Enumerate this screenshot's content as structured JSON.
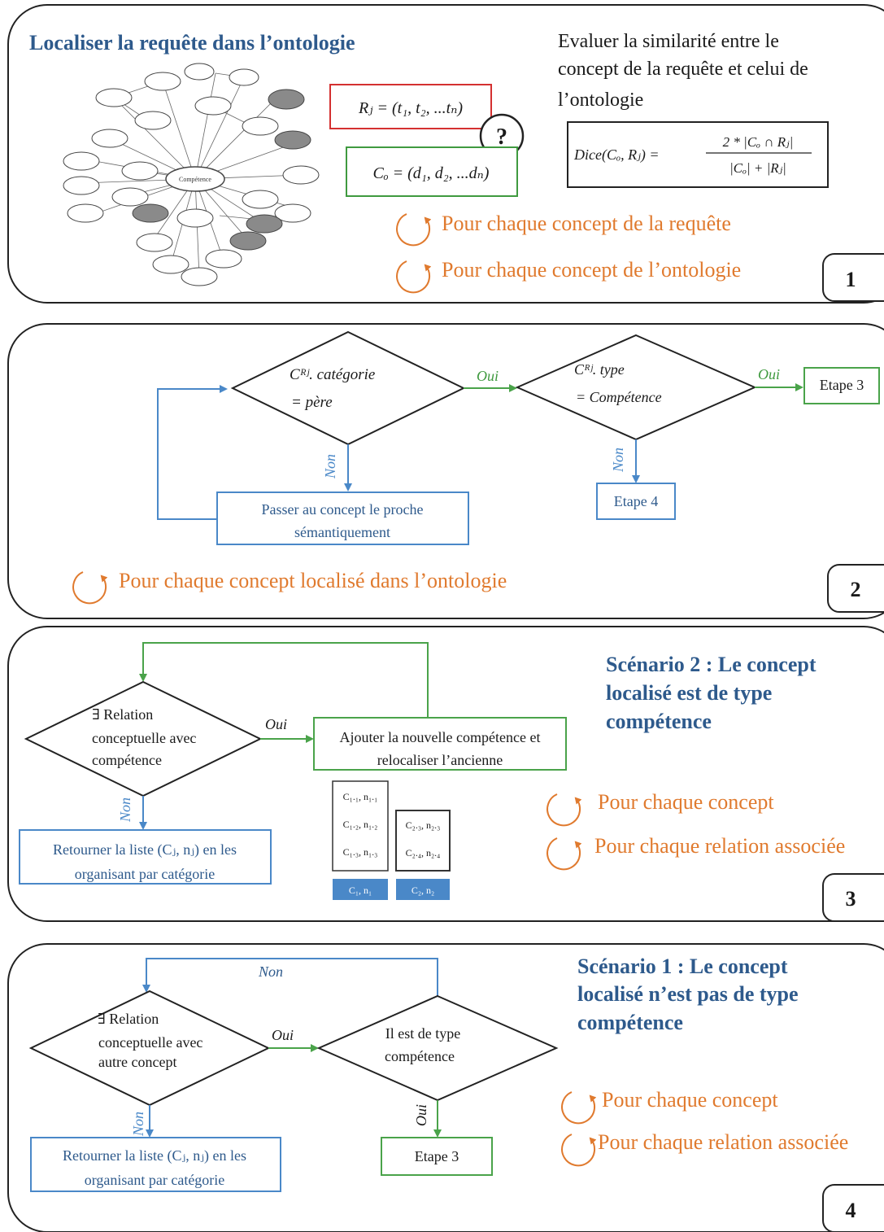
{
  "panel1": {
    "title": "Localiser la requête dans l’ontologie",
    "eval_line1": "Evaluer la similarité entre le",
    "eval_line2": "concept de la requête et celui de",
    "eval_line3": "l’ontologie",
    "rj_formula": "Rⱼ = (t₁, t₂, ...tₙ)",
    "co_formula": "Cₒ = (d₁, d₂, ...dₙ)",
    "question": "?",
    "dice_lhs": "Dice(Cₒ, Rⱼ) =",
    "dice_num": "2 * |Cₒ ∩ Rⱼ|",
    "dice_den": "|Cₒ| + |Rⱼ|",
    "loop1": "Pour chaque concept de la requête",
    "loop2": "Pour chaque concept de l’ontologie",
    "ontology_center": "Compétence",
    "number": "1"
  },
  "panel2": {
    "d1_line1": "Cᴿʲ. catégorie",
    "d1_line2": "= père",
    "d2_line1": "Cᴿʲ. type",
    "d2_line2": "= Compétence",
    "oui1": "Oui",
    "oui2": "Oui",
    "non1": "Non",
    "non2": "Non",
    "etape3": "Etape 3",
    "etape4": "Etape 4",
    "passer_line1": "Passer au concept le proche",
    "passer_line2": "sémantiquement",
    "loop": "Pour chaque concept localisé dans l’ontologie",
    "number": "2"
  },
  "panel3": {
    "scenario_line1": "Scénario 2 : Le concept",
    "scenario_line2": "localisé est de type",
    "scenario_line3": "compétence",
    "d_line1": "∃ Relation",
    "d_line2": "conceptuelle avec",
    "d_line3": "compétence",
    "oui": "Oui",
    "non": "Non",
    "ajouter_line1": "Ajouter la nouvelle compétence et",
    "ajouter_line2": "relocaliser l’ancienne",
    "retourner_line1": "Retourner la liste (Cⱼ, nⱼ) en les",
    "retourner_line2": "organisant par catégorie",
    "stack1": [
      "C₁.₁, n₁.₁",
      "C₁.₂, n₁.₂",
      "C₁.₃, n₁.₃"
    ],
    "stack2": [
      "C₂.₃, n₂.₃",
      "C₂.₄, n₂.₄"
    ],
    "stack1_label": "C₁, n₁",
    "stack2_label": "C₂, n₂",
    "loop1": "Pour chaque concept",
    "loop2": "Pour chaque relation associée",
    "number": "3"
  },
  "panel4": {
    "scenario_line1": "Scénario 1 : Le concept",
    "scenario_line2": "localisé n’est pas de type",
    "scenario_line3": "compétence",
    "d1_line1": "∃ Relation",
    "d1_line2": "conceptuelle avec",
    "d1_line3": "autre concept",
    "d2_line1": "Il est de type",
    "d2_line2": "compétence",
    "oui1": "Oui",
    "oui2": "Oui",
    "non_top": "Non",
    "non_bottom": "Non",
    "retourner_line1": "Retourner la liste  (Cⱼ, nⱼ) en les",
    "retourner_line2": "organisant par catégorie",
    "etape3": "Etape 3",
    "loop1": "Pour chaque concept",
    "loop2": "Pour chaque relation associée",
    "number": "4"
  },
  "colors": {
    "title_blue": "#2e5a8c",
    "flow_blue": "#4a88c8",
    "flow_green": "#4aa34a",
    "loop_orange": "#e07a2e",
    "red_box": "#d43030",
    "stack_fill": "#4a88c8"
  }
}
